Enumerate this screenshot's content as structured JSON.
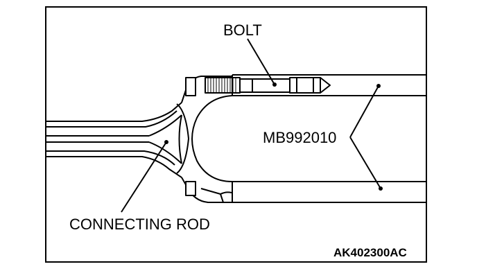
{
  "figure": {
    "labels": {
      "bolt": "BOLT",
      "tool": "MB992010",
      "rod": "CONNECTING ROD"
    },
    "code": "AK402300AC"
  },
  "colors": {
    "ink": "#000000",
    "paper": "#ffffff",
    "shade": "#e6e6e6"
  }
}
